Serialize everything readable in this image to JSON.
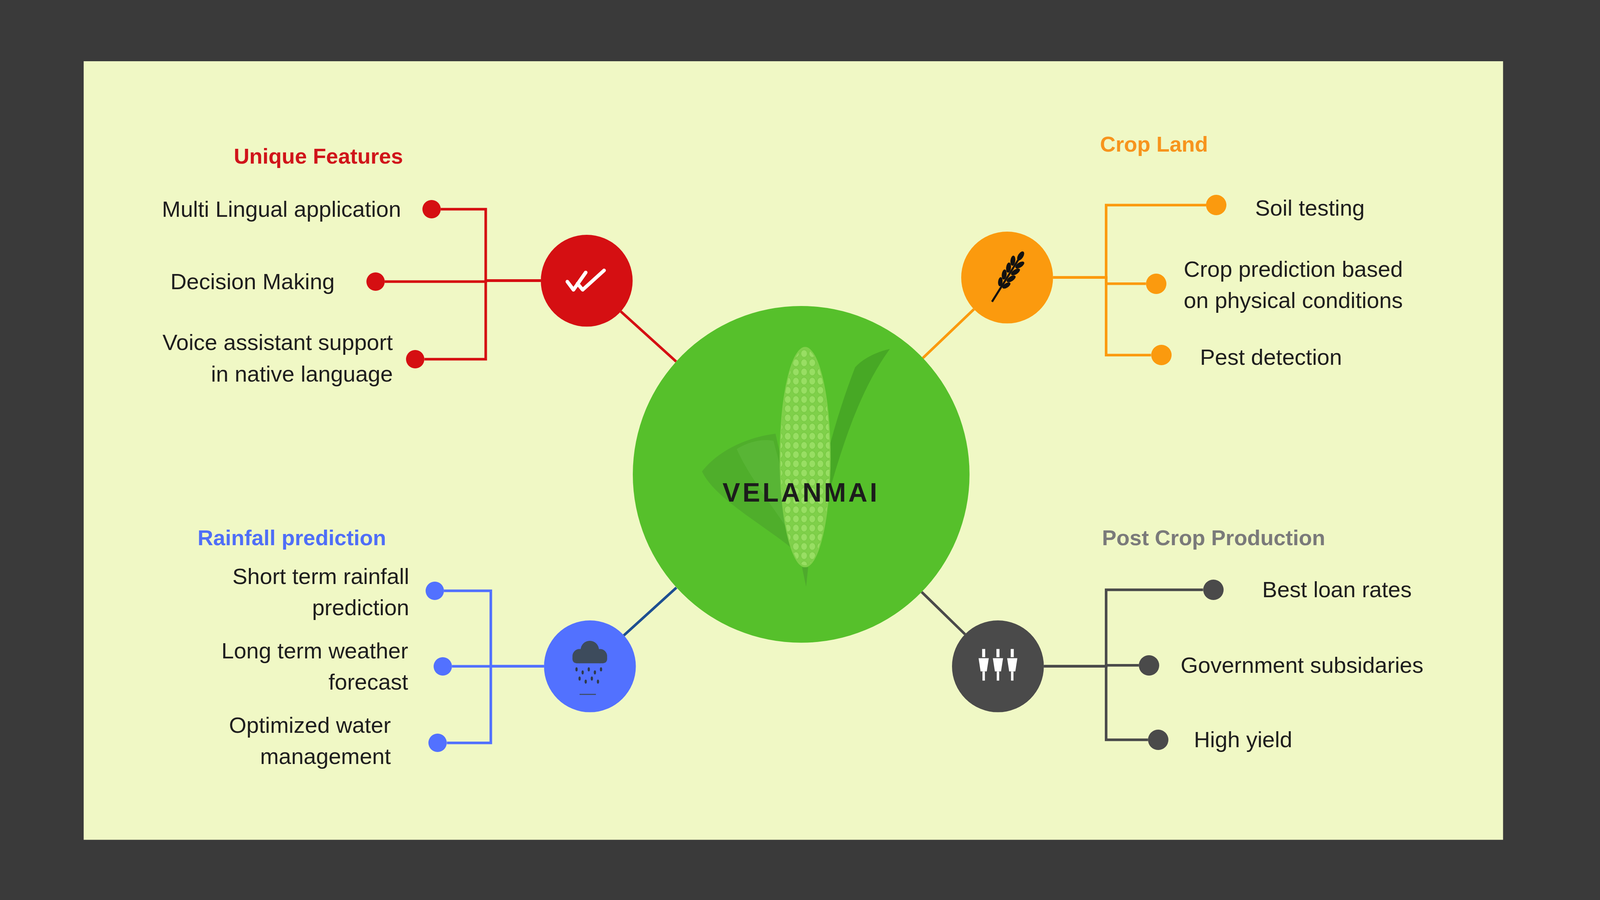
{
  "diagram": {
    "nodes": [
      {
        "text": [
          "VELANMAI"
        ]
      },
      {
        "text": [
          "Unique Features"
        ]
      },
      {
        "text": [
          "Multi Lingual application"
        ]
      },
      {
        "text": [
          "Decision Making"
        ]
      },
      {
        "text": [
          "Voice assistant support in native language"
        ]
      },
      {
        "text": [
          "Crop Land"
        ]
      },
      {
        "text": [
          "Soil testing"
        ]
      },
      {
        "text": [
          "Crop prediction based on physical conditions"
        ]
      },
      {
        "text": [
          "Pest detection"
        ]
      },
      {
        "text": [
          "Rainfall prediction"
        ]
      },
      {
        "text": [
          "Short term rainfall prediction"
        ]
      },
      {
        "text": [
          "Long term weather forecast"
        ]
      },
      {
        "text": [
          "Optimized water management"
        ]
      },
      {
        "text": [
          "Post Crop Production"
        ]
      },
      {
        "text": [
          "Best loan rates"
        ]
      },
      {
        "text": [
          "Government subsidaries"
        ]
      },
      {
        "text": [
          "High yield"
        ]
      }
    ],
    "edges": [
      {
        "from": 0,
        "to": 1,
        "arrow": "none"
      },
      {
        "from": 0,
        "to": 5,
        "arrow": "none"
      },
      {
        "from": 0,
        "to": 9,
        "arrow": "none"
      },
      {
        "from": 0,
        "to": 13,
        "arrow": "none"
      },
      {
        "from": 1,
        "to": 2,
        "arrow": "none"
      },
      {
        "from": 1,
        "to": 3,
        "arrow": "none"
      },
      {
        "from": 1,
        "to": 4,
        "arrow": "none"
      },
      {
        "from": 5,
        "to": 6,
        "arrow": "none"
      },
      {
        "from": 5,
        "to": 7,
        "arrow": "none"
      },
      {
        "from": 5,
        "to": 8,
        "arrow": "none"
      },
      {
        "from": 9,
        "to": 10,
        "arrow": "none"
      },
      {
        "from": 9,
        "to": 11,
        "arrow": "none"
      },
      {
        "from": 9,
        "to": 12,
        "arrow": "none"
      },
      {
        "from": 13,
        "to": 14,
        "arrow": "none"
      },
      {
        "from": 13,
        "to": 15,
        "arrow": "none"
      },
      {
        "from": 13,
        "to": 16,
        "arrow": "none"
      }
    ]
  }
}
